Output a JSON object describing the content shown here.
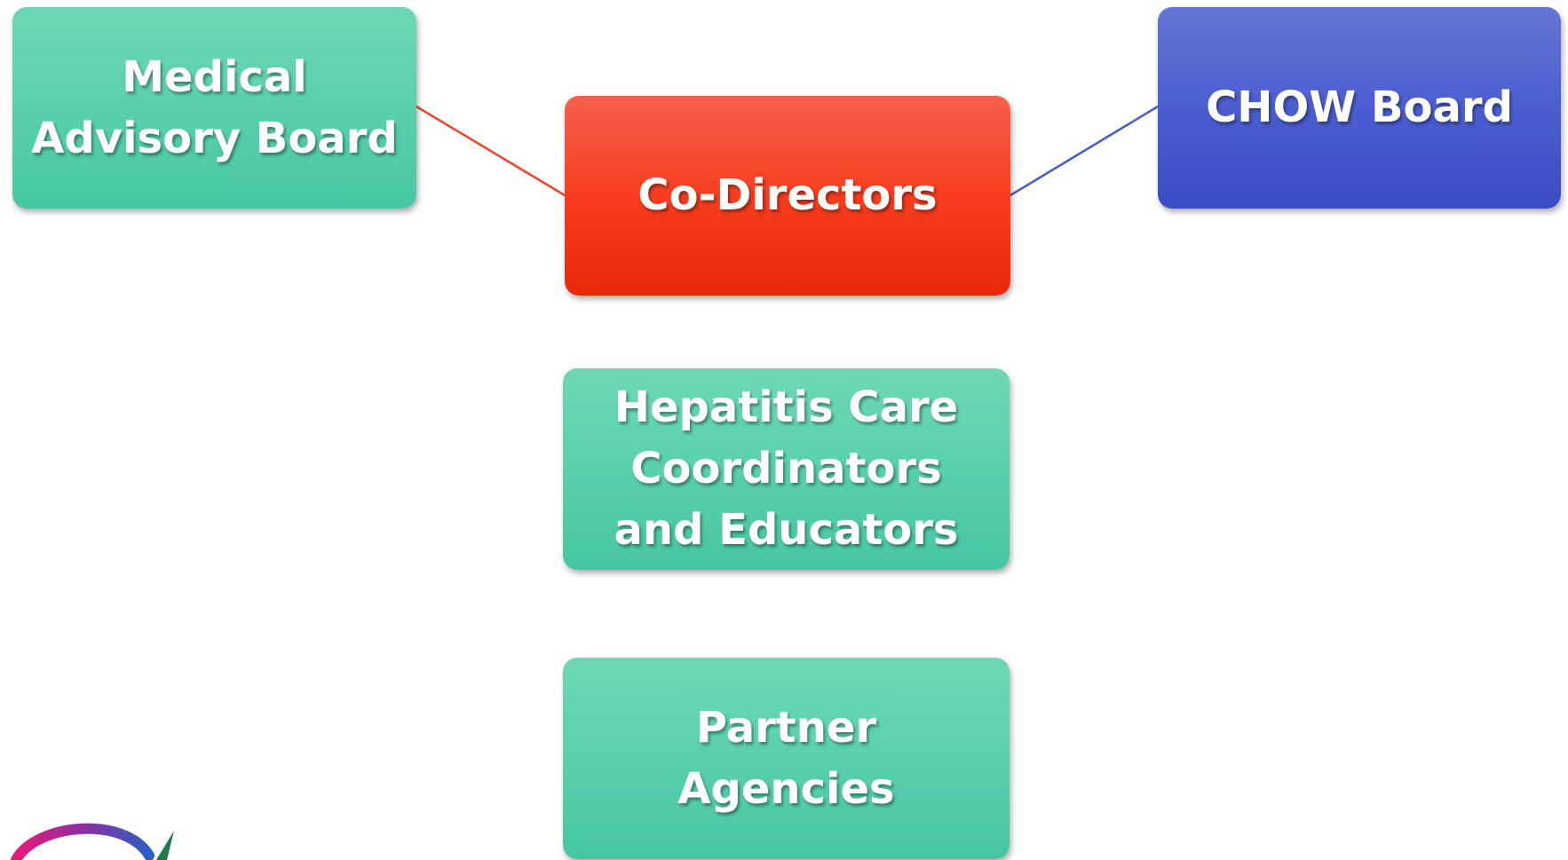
{
  "diagram": {
    "nodes": [
      {
        "id": "medical",
        "label": "Medical Advisory Board",
        "color": "#5cd1ae"
      },
      {
        "id": "codirectors",
        "label": "Co-Directors",
        "color": "#f73d1f"
      },
      {
        "id": "chow",
        "label": "CHOW Board",
        "color": "#4b5ed0"
      },
      {
        "id": "hepatitis",
        "label": "Hepatitis Care Coordinators and Educators",
        "color": "#5cd1ae"
      },
      {
        "id": "partners",
        "label": "Partner Agencies",
        "color": "#5cd1ae"
      }
    ],
    "edges": [
      {
        "from": "medical",
        "to": "codirectors",
        "color": "#f0432a"
      },
      {
        "from": "codirectors",
        "to": "chow",
        "color": "#4a5cc6"
      }
    ]
  },
  "logo": {
    "colors": [
      "#e6197b",
      "#8d2fa0",
      "#2d5fc2",
      "#1f7a4c"
    ]
  }
}
